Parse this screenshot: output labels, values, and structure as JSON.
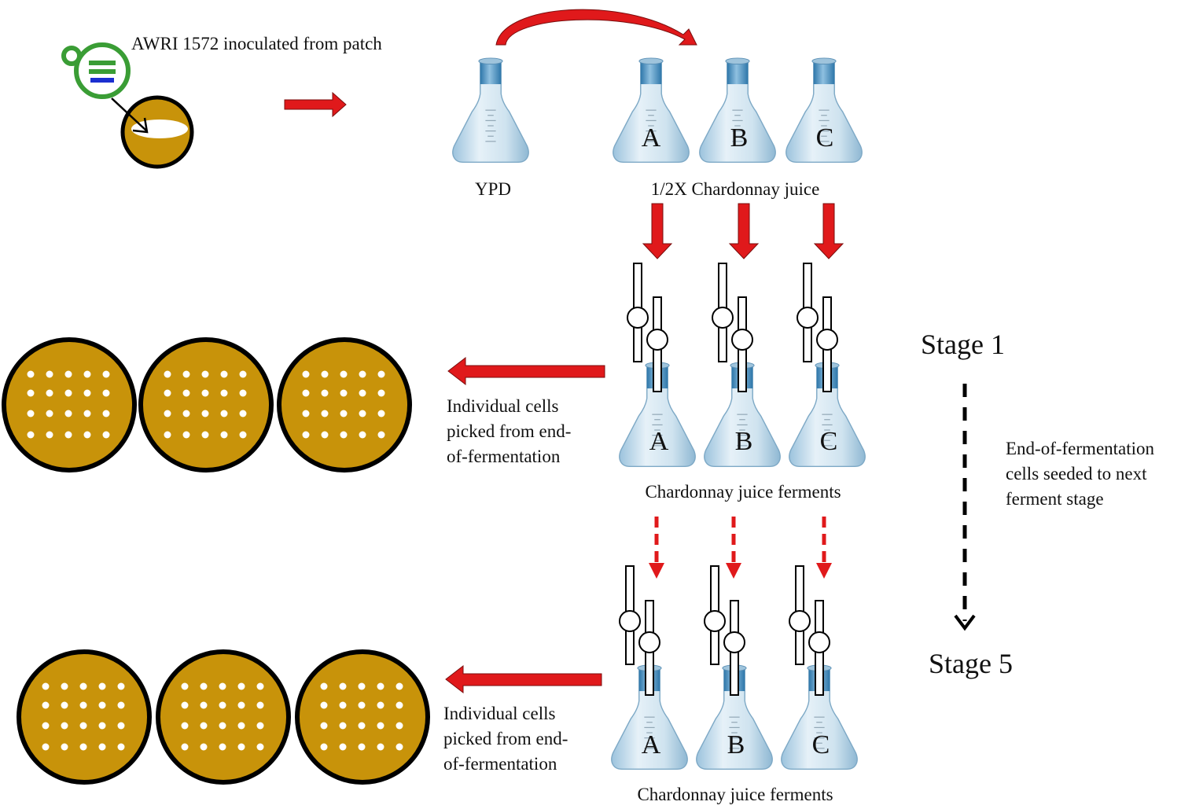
{
  "title_label": "AWRI 1572 inoculated from patch",
  "ypd_label": "YPD",
  "juice_label": "1/2X Chardonnay juice",
  "flask_letters": [
    "A",
    "B",
    "C"
  ],
  "ferments_label": "Chardonnay juice ferments",
  "picked_lines": [
    "Individual cells",
    "picked from end-",
    "of-fermentation"
  ],
  "stage_start": "Stage 1",
  "stage_end": "Stage 5",
  "seeded_lines": [
    "End-of-fermentation",
    "cells seeded to next",
    "ferment stage"
  ],
  "colors": {
    "arrow_red": "#e0191b",
    "plate_fill": "#c8930a",
    "plate_rim": "#000000",
    "loop_green": "#3a9d35",
    "colony_blue": "#1b2fd0",
    "flask_fill": "#cfe3ef",
    "flask_neck": "#5a9ec9"
  }
}
